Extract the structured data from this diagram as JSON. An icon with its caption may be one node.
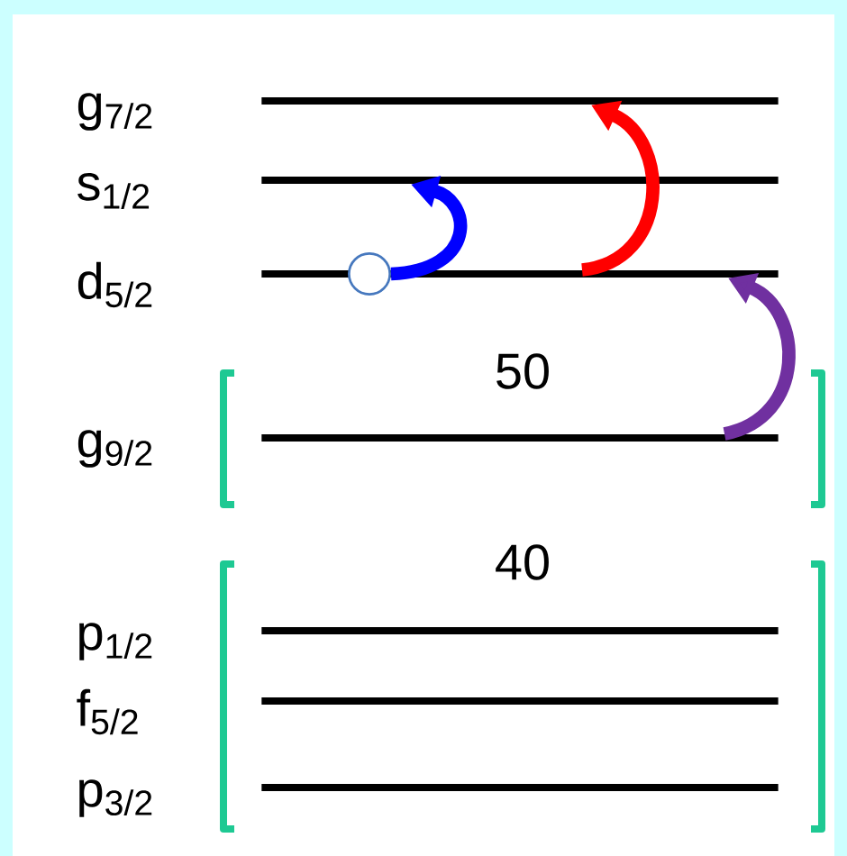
{
  "diagram": {
    "nodes": [
      {
        "text": [
          "g$_{7/2}$"
        ]
      },
      {
        "text": [
          "s$_{1/2}$"
        ]
      },
      {
        "text": [
          "d$_{5/2}$"
        ]
      },
      {
        "text": [],
        "shape": "circle"
      },
      {
        "text": [
          "g$_{9/2}$"
        ]
      },
      {
        "text": [
          "p$_{1/2}$"
        ]
      },
      {
        "text": [
          "f$_{5/2}$"
        ]
      },
      {
        "text": [
          "p$_{3/2}$"
        ]
      }
    ],
    "edges": [
      {
        "from": 3,
        "to": 1,
        "arrow": "to",
        "color": "#0000ff"
      },
      {
        "from": 2,
        "to": 0,
        "arrow": "to",
        "color": "#ff0000"
      },
      {
        "from": 4,
        "to": 2,
        "arrow": "to",
        "color": "#7030a0"
      }
    ],
    "labels": [
      "50",
      "40"
    ]
  }
}
